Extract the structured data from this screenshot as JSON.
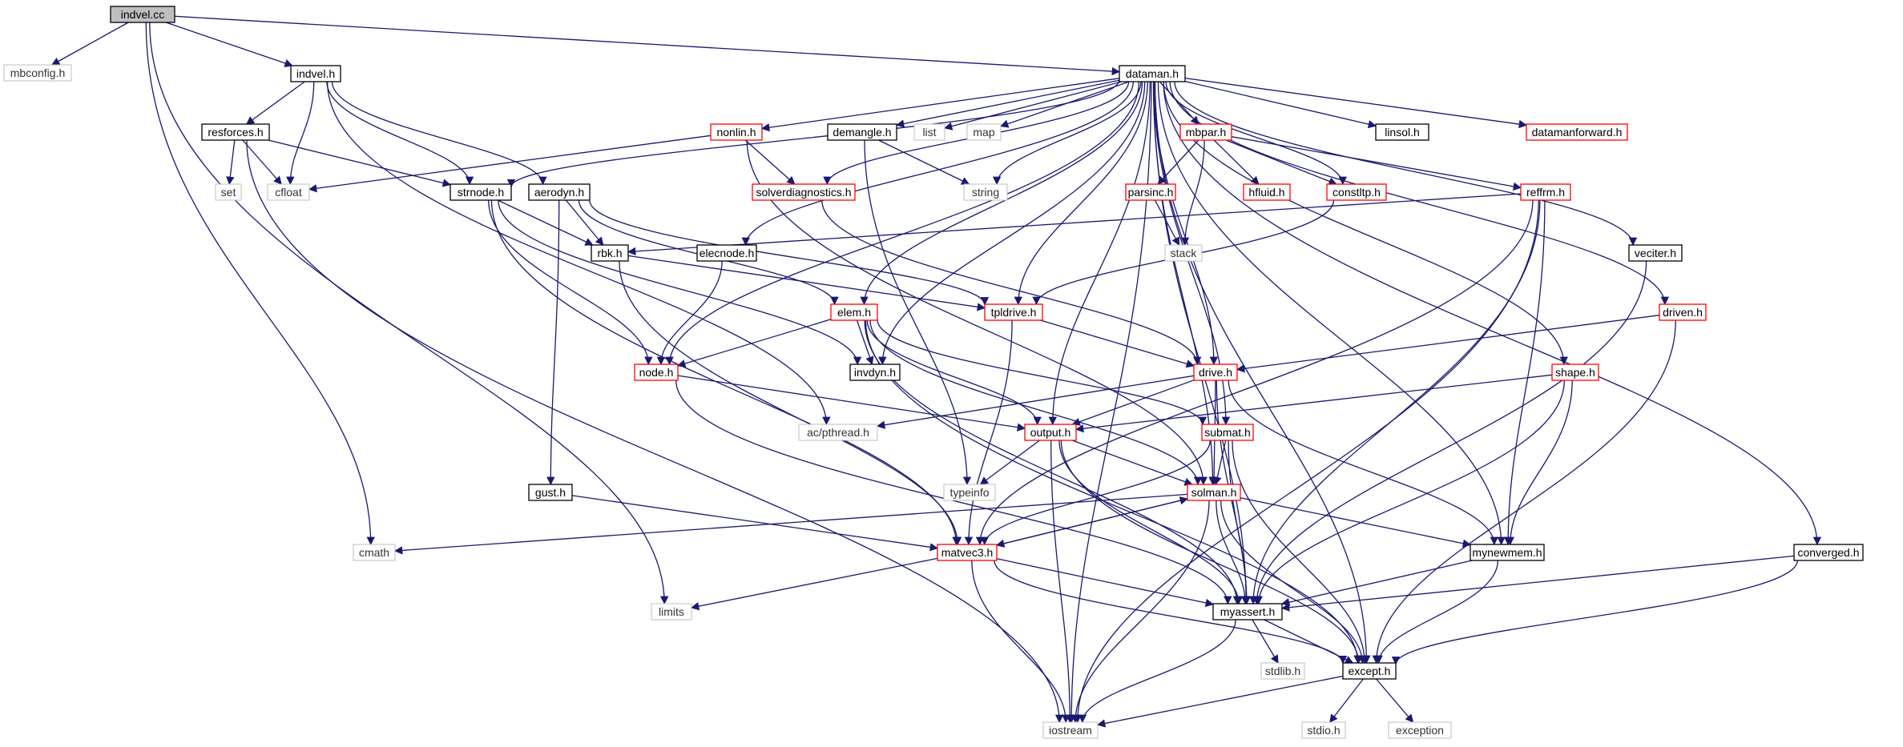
{
  "graph": {
    "nodes": [
      {
        "id": "indvel_cc",
        "label": "indvel.cc",
        "kind": "root"
      },
      {
        "id": "mbconfig_h",
        "label": "mbconfig.h",
        "kind": "system"
      },
      {
        "id": "indvel_h",
        "label": "indvel.h",
        "kind": "documented"
      },
      {
        "id": "dataman_h",
        "label": "dataman.h",
        "kind": "documented"
      },
      {
        "id": "resforces_h",
        "label": "resforces.h",
        "kind": "documented"
      },
      {
        "id": "set",
        "label": "set",
        "kind": "system"
      },
      {
        "id": "cfloat",
        "label": "cfloat",
        "kind": "system"
      },
      {
        "id": "strnode_h",
        "label": "strnode.h",
        "kind": "documented"
      },
      {
        "id": "aerodyn_h",
        "label": "aerodyn.h",
        "kind": "documented"
      },
      {
        "id": "nonlin_h",
        "label": "nonlin.h",
        "kind": "truncated"
      },
      {
        "id": "demangle_h",
        "label": "demangle.h",
        "kind": "documented"
      },
      {
        "id": "list",
        "label": "list",
        "kind": "system"
      },
      {
        "id": "map",
        "label": "map",
        "kind": "system"
      },
      {
        "id": "mbpar_h",
        "label": "mbpar.h",
        "kind": "truncated"
      },
      {
        "id": "linsol_h",
        "label": "linsol.h",
        "kind": "documented"
      },
      {
        "id": "datamanforward_h",
        "label": "datamanforward.h",
        "kind": "truncated"
      },
      {
        "id": "solverdiagnostics_h",
        "label": "solverdiagnostics.h",
        "kind": "truncated"
      },
      {
        "id": "string",
        "label": "string",
        "kind": "system"
      },
      {
        "id": "parsinc_h",
        "label": "parsinc.h",
        "kind": "truncated"
      },
      {
        "id": "hfluid_h",
        "label": "hfluid.h",
        "kind": "truncated"
      },
      {
        "id": "constltp_h",
        "label": "constltp.h",
        "kind": "truncated"
      },
      {
        "id": "reffrm_h",
        "label": "reffrm.h",
        "kind": "truncated"
      },
      {
        "id": "rbk_h",
        "label": "rbk.h",
        "kind": "documented"
      },
      {
        "id": "elecnode_h",
        "label": "elecnode.h",
        "kind": "documented"
      },
      {
        "id": "stack",
        "label": "stack",
        "kind": "system"
      },
      {
        "id": "veciter_h",
        "label": "veciter.h",
        "kind": "documented"
      },
      {
        "id": "tpldrive_h",
        "label": "tpldrive.h",
        "kind": "truncated"
      },
      {
        "id": "elem_h",
        "label": "elem.h",
        "kind": "truncated"
      },
      {
        "id": "driven_h",
        "label": "driven.h",
        "kind": "truncated"
      },
      {
        "id": "node_h",
        "label": "node.h",
        "kind": "truncated"
      },
      {
        "id": "invdyn_h",
        "label": "invdyn.h",
        "kind": "documented"
      },
      {
        "id": "drive_h",
        "label": "drive.h",
        "kind": "truncated"
      },
      {
        "id": "shape_h",
        "label": "shape.h",
        "kind": "truncated"
      },
      {
        "id": "ac_pthread_h",
        "label": "ac/pthread.h",
        "kind": "system"
      },
      {
        "id": "output_h",
        "label": "output.h",
        "kind": "truncated"
      },
      {
        "id": "submat_h",
        "label": "submat.h",
        "kind": "truncated"
      },
      {
        "id": "gust_h",
        "label": "gust.h",
        "kind": "documented"
      },
      {
        "id": "typeinfo",
        "label": "typeinfo",
        "kind": "system"
      },
      {
        "id": "solman_h",
        "label": "solman.h",
        "kind": "truncated"
      },
      {
        "id": "cmath",
        "label": "cmath",
        "kind": "system"
      },
      {
        "id": "matvec3_h",
        "label": "matvec3.h",
        "kind": "truncated"
      },
      {
        "id": "mynewmem_h",
        "label": "mynewmem.h",
        "kind": "documented"
      },
      {
        "id": "converged_h",
        "label": "converged.h",
        "kind": "documented"
      },
      {
        "id": "limits",
        "label": "limits",
        "kind": "system"
      },
      {
        "id": "myassert_h",
        "label": "myassert.h",
        "kind": "documented"
      },
      {
        "id": "stdlib_h",
        "label": "stdlib.h",
        "kind": "system"
      },
      {
        "id": "except_h",
        "label": "except.h",
        "kind": "documented"
      },
      {
        "id": "iostream",
        "label": "iostream",
        "kind": "system"
      },
      {
        "id": "stdio_h",
        "label": "stdio.h",
        "kind": "system"
      },
      {
        "id": "exception",
        "label": "exception",
        "kind": "system"
      }
    ],
    "edges": [
      [
        "indvel_cc",
        "mbconfig_h"
      ],
      [
        "indvel_cc",
        "indvel_h"
      ],
      [
        "indvel_cc",
        "dataman_h"
      ],
      [
        "indvel_cc",
        "cmath"
      ],
      [
        "indvel_cc",
        "limits"
      ],
      [
        "indvel_h",
        "resforces_h"
      ],
      [
        "indvel_h",
        "cfloat"
      ],
      [
        "indvel_h",
        "strnode_h"
      ],
      [
        "indvel_h",
        "aerodyn_h"
      ],
      [
        "indvel_h",
        "ac_pthread_h"
      ],
      [
        "resforces_h",
        "set"
      ],
      [
        "resforces_h",
        "cfloat"
      ],
      [
        "resforces_h",
        "strnode_h"
      ],
      [
        "resforces_h",
        "iostream"
      ],
      [
        "dataman_h",
        "strnode_h"
      ],
      [
        "dataman_h",
        "nonlin_h"
      ],
      [
        "dataman_h",
        "demangle_h"
      ],
      [
        "dataman_h",
        "list"
      ],
      [
        "dataman_h",
        "map"
      ],
      [
        "dataman_h",
        "string"
      ],
      [
        "dataman_h",
        "mbpar_h"
      ],
      [
        "dataman_h",
        "linsol_h"
      ],
      [
        "dataman_h",
        "datamanforward_h"
      ],
      [
        "dataman_h",
        "solverdiagnostics_h"
      ],
      [
        "dataman_h",
        "constltp_h"
      ],
      [
        "dataman_h",
        "elecnode_h"
      ],
      [
        "dataman_h",
        "veciter_h"
      ],
      [
        "dataman_h",
        "tpldrive_h"
      ],
      [
        "dataman_h",
        "elem_h"
      ],
      [
        "dataman_h",
        "driven_h"
      ],
      [
        "dataman_h",
        "node_h"
      ],
      [
        "dataman_h",
        "invdyn_h"
      ],
      [
        "dataman_h",
        "drive_h"
      ],
      [
        "dataman_h",
        "shape_h"
      ],
      [
        "dataman_h",
        "output_h"
      ],
      [
        "dataman_h",
        "submat_h"
      ],
      [
        "dataman_h",
        "solman_h"
      ],
      [
        "dataman_h",
        "mynewmem_h"
      ],
      [
        "dataman_h",
        "converged_h"
      ],
      [
        "dataman_h",
        "myassert_h"
      ],
      [
        "dataman_h",
        "except_h"
      ],
      [
        "dataman_h",
        "iostream"
      ],
      [
        "nonlin_h",
        "cfloat"
      ],
      [
        "nonlin_h",
        "solverdiagnostics_h"
      ],
      [
        "nonlin_h",
        "solman_h"
      ],
      [
        "demangle_h",
        "string"
      ],
      [
        "demangle_h",
        "typeinfo"
      ],
      [
        "mbpar_h",
        "parsinc_h"
      ],
      [
        "mbpar_h",
        "hfluid_h"
      ],
      [
        "mbpar_h",
        "constltp_h"
      ],
      [
        "mbpar_h",
        "reffrm_h"
      ],
      [
        "mbpar_h",
        "stack"
      ],
      [
        "parsinc_h",
        "stack"
      ],
      [
        "constltp_h",
        "tpldrive_h"
      ],
      [
        "reffrm_h",
        "rbk_h"
      ],
      [
        "reffrm_h",
        "matvec3_h"
      ],
      [
        "reffrm_h",
        "mynewmem_h"
      ],
      [
        "reffrm_h",
        "myassert_h"
      ],
      [
        "reffrm_h",
        "iostream"
      ],
      [
        "strnode_h",
        "rbk_h"
      ],
      [
        "strnode_h",
        "node_h"
      ],
      [
        "strnode_h",
        "invdyn_h"
      ],
      [
        "strnode_h",
        "matvec3_h"
      ],
      [
        "aerodyn_h",
        "rbk_h"
      ],
      [
        "aerodyn_h",
        "elem_h"
      ],
      [
        "aerodyn_h",
        "tpldrive_h"
      ],
      [
        "aerodyn_h",
        "gust_h"
      ],
      [
        "rbk_h",
        "tpldrive_h"
      ],
      [
        "rbk_h",
        "matvec3_h"
      ],
      [
        "elecnode_h",
        "node_h"
      ],
      [
        "solverdiagnostics_h",
        "drive_h"
      ],
      [
        "tpldrive_h",
        "drive_h"
      ],
      [
        "tpldrive_h",
        "matvec3_h"
      ],
      [
        "elem_h",
        "node_h"
      ],
      [
        "elem_h",
        "invdyn_h"
      ],
      [
        "elem_h",
        "output_h"
      ],
      [
        "elem_h",
        "solman_h"
      ],
      [
        "elem_h",
        "submat_h"
      ],
      [
        "elem_h",
        "myassert_h"
      ],
      [
        "elem_h",
        "except_h"
      ],
      [
        "node_h",
        "output_h"
      ],
      [
        "node_h",
        "myassert_h"
      ],
      [
        "driven_h",
        "drive_h"
      ],
      [
        "driven_h",
        "except_h"
      ],
      [
        "drive_h",
        "ac_pthread_h"
      ],
      [
        "drive_h",
        "output_h"
      ],
      [
        "drive_h",
        "solman_h"
      ],
      [
        "drive_h",
        "mynewmem_h"
      ],
      [
        "drive_h",
        "myassert_h"
      ],
      [
        "shape_h",
        "output_h"
      ],
      [
        "shape_h",
        "mynewmem_h"
      ],
      [
        "shape_h",
        "myassert_h"
      ],
      [
        "output_h",
        "typeinfo"
      ],
      [
        "output_h",
        "solman_h"
      ],
      [
        "output_h",
        "myassert_h"
      ],
      [
        "output_h",
        "except_h"
      ],
      [
        "output_h",
        "iostream"
      ],
      [
        "submat_h",
        "solman_h"
      ],
      [
        "submat_h",
        "matvec3_h"
      ],
      [
        "submat_h",
        "myassert_h"
      ],
      [
        "submat_h",
        "except_h"
      ],
      [
        "gust_h",
        "matvec3_h"
      ],
      [
        "solman_h",
        "cmath"
      ],
      [
        "solman_h",
        "matvec3_h"
      ],
      [
        "solman_h",
        "mynewmem_h"
      ],
      [
        "solman_h",
        "myassert_h"
      ],
      [
        "solman_h",
        "except_h"
      ],
      [
        "solman_h",
        "iostream"
      ],
      [
        "matvec3_h",
        "solman_h"
      ],
      [
        "matvec3_h",
        "limits"
      ],
      [
        "matvec3_h",
        "myassert_h"
      ],
      [
        "matvec3_h",
        "except_h"
      ],
      [
        "matvec3_h",
        "iostream"
      ],
      [
        "veciter_h",
        "myassert_h"
      ],
      [
        "mynewmem_h",
        "myassert_h"
      ],
      [
        "mynewmem_h",
        "except_h"
      ],
      [
        "converged_h",
        "myassert_h"
      ],
      [
        "converged_h",
        "except_h"
      ],
      [
        "myassert_h",
        "stdlib_h"
      ],
      [
        "myassert_h",
        "except_h"
      ],
      [
        "myassert_h",
        "iostream"
      ],
      [
        "except_h",
        "iostream"
      ],
      [
        "except_h",
        "stdio_h"
      ],
      [
        "except_h",
        "exception"
      ]
    ],
    "style": {
      "edge_color": "#191970",
      "root_fill": "#bfbfbf",
      "documented_border": "#000000",
      "truncated_border": "#ff0000",
      "system_border": "#bfbfbf",
      "node_fill": "#ffffff"
    }
  }
}
